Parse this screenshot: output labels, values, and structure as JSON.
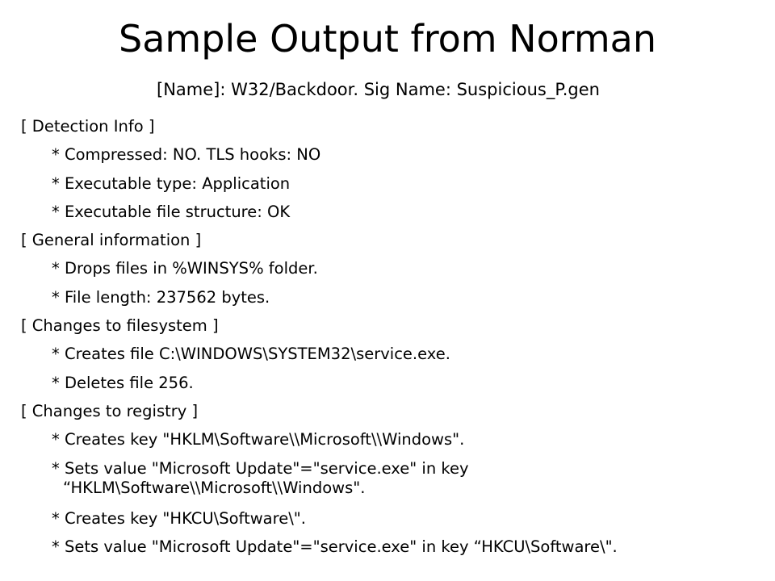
{
  "slide": {
    "title": "Sample Output from Norman",
    "subtitle": "[Name]: W32/Backdoor. Sig Name: Suspicious_P.gen",
    "lines": [
      {
        "kind": "heading",
        "text": "[ Detection Info ]"
      },
      {
        "kind": "item",
        "text": "* Compressed: NO.   TLS hooks: NO"
      },
      {
        "kind": "item",
        "text": "* Executable type: Application"
      },
      {
        "kind": "item",
        "text": "* Executable file structure: OK"
      },
      {
        "kind": "heading",
        "text": "[ General information ]"
      },
      {
        "kind": "item",
        "text": "* Drops files in %WINSYS% folder."
      },
      {
        "kind": "item",
        "text": "* File length: 237562 bytes."
      },
      {
        "kind": "heading",
        "text": "[ Changes to filesystem ]"
      },
      {
        "kind": "item",
        "text": "* Creates file C:\\WINDOWS\\SYSTEM32\\service.exe."
      },
      {
        "kind": "item",
        "text": "* Deletes file 256."
      },
      {
        "kind": "heading",
        "text": "[ Changes to registry ]"
      },
      {
        "kind": "item",
        "text": "* Creates key \"HKLM\\Software\\\\Microsoft\\\\Windows\"."
      },
      {
        "kind": "item-wrap",
        "text": "* Sets value \"Microsoft Update\"=\"service.exe\"  in key “HKLM\\Software\\\\Microsoft\\\\Windows\"."
      },
      {
        "kind": "item",
        "text": "* Creates key \"HKCU\\Software\\\"."
      },
      {
        "kind": "item",
        "text": "* Sets value \"Microsoft Update\"=\"service.exe\"  in key “HKCU\\Software\\\"."
      }
    ]
  }
}
